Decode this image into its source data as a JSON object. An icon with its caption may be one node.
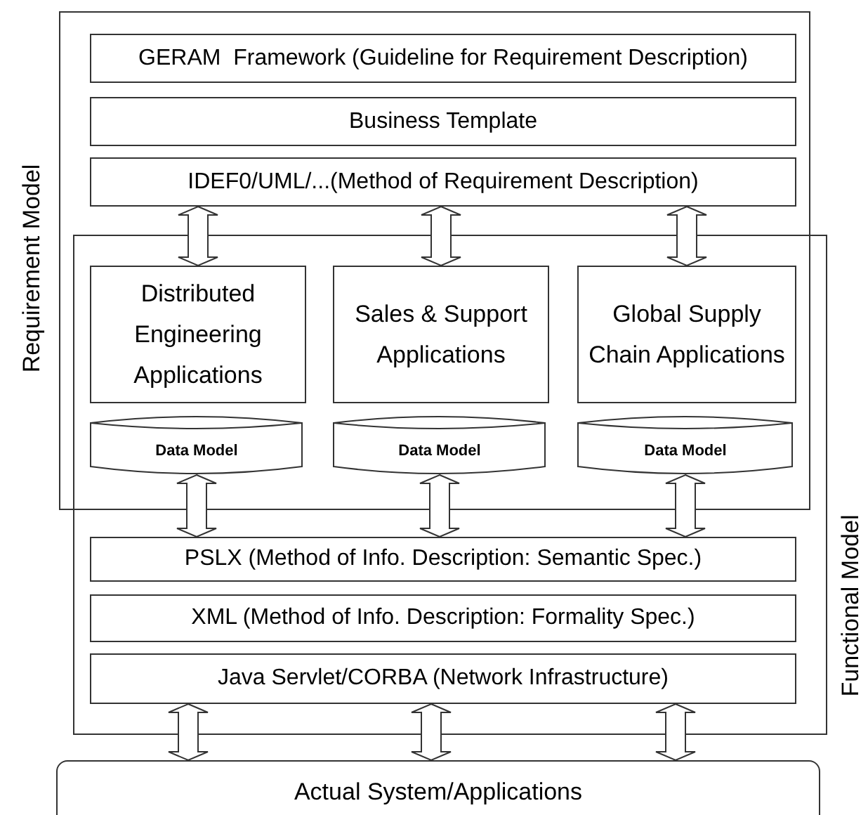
{
  "diagram": {
    "nodes": [
      {
        "text": [
          "Requirement Model"
        ]
      },
      {
        "text": [
          "GERAM  Framework (Guideline for Requirement Description)"
        ],
        "in": 0
      },
      {
        "text": [
          "Business Template"
        ],
        "in": 0
      },
      {
        "text": [
          "IDEF0/UML/...(Method of Requirement Description)"
        ],
        "in": 0
      },
      {
        "text": [
          "Functional Model"
        ]
      },
      {
        "text": [
          "Distributed Engineering Applications"
        ]
      },
      {
        "text": [
          "Sales & Support Applications"
        ]
      },
      {
        "text": [
          "Global Supply Chain Applications"
        ]
      },
      {
        "text": [
          "Data Model"
        ]
      },
      {
        "text": [
          "Data Model"
        ]
      },
      {
        "text": [
          "Data Model"
        ]
      },
      {
        "text": [
          "PSLX (Method of Info. Description: Semantic Spec.)"
        ],
        "in": 4
      },
      {
        "text": [
          "XML (Method of Info. Description: Formality Spec.)"
        ],
        "in": 4
      },
      {
        "text": [
          "Java Servlet/CORBA (Network Infrastructure)"
        ],
        "in": 4
      },
      {
        "text": [
          "Actual System/Applications"
        ]
      }
    ],
    "edges": [
      {
        "from": 3,
        "to": 5,
        "arrow": "both"
      },
      {
        "from": 3,
        "to": 6,
        "arrow": "both"
      },
      {
        "from": 3,
        "to": 7,
        "arrow": "both"
      },
      {
        "from": 8,
        "to": 11,
        "arrow": "both"
      },
      {
        "from": 9,
        "to": 11,
        "arrow": "both"
      },
      {
        "from": 10,
        "to": 11,
        "arrow": "both"
      },
      {
        "from": 13,
        "to": 14,
        "arrow": "both"
      },
      {
        "from": 13,
        "to": 14,
        "arrow": "both"
      },
      {
        "from": 13,
        "to": 14,
        "arrow": "both"
      }
    ]
  }
}
